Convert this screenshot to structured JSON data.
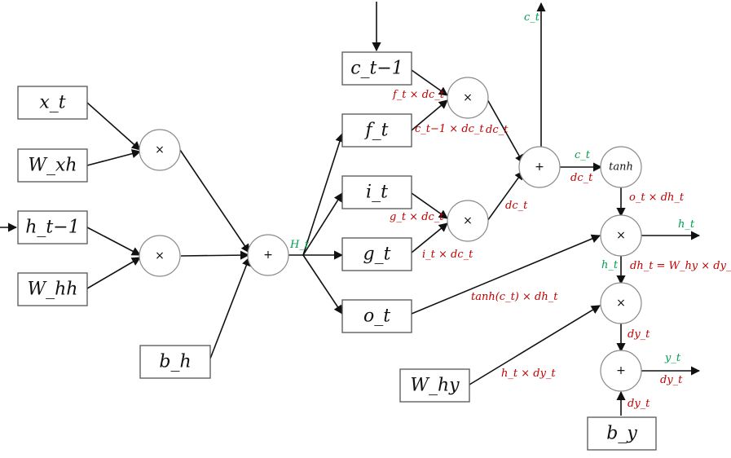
{
  "diagram": {
    "boxes": {
      "x_t": "x_t",
      "w_xh": "W_xh",
      "h_prev": "h_t−1",
      "w_hh": "W_hh",
      "b_h": "b_h",
      "c_prev": "c_t−1",
      "f_t": "f_t",
      "i_t": "i_t",
      "g_t": "g_t",
      "o_t": "o_t",
      "w_hy": "W_hy",
      "b_y": "b_y"
    },
    "ops": {
      "times": "×",
      "plus": "+",
      "tanh": "tanh"
    },
    "green_labels": {
      "H_t": "H_t",
      "c_t_top": "c_t",
      "c_t_mid": "c_t",
      "h_t_out": "h_t",
      "h_t_down": "h_t",
      "y_t": "y_t"
    },
    "red_labels": {
      "ft_dct": "f_t × dc_t",
      "cprev_dct": "c_t−1 × dc_t",
      "dct_1": "dc_t",
      "dct_2": "dc_t",
      "dct_3": "dc_t",
      "gt_dct": "g_t × dc_t",
      "it_dct": "i_t × dc_t",
      "ot_dht": "o_t × dh_t",
      "tanh_ct_dht": "tanh(c_t) × dh_t",
      "dht_eq": "dh_t = W_hy × dy_t",
      "dyt_1": "dy_t",
      "dyt_out": "dy_t",
      "dyt_by": "dy_t",
      "ht_dyt": "h_t × dy_t"
    }
  }
}
